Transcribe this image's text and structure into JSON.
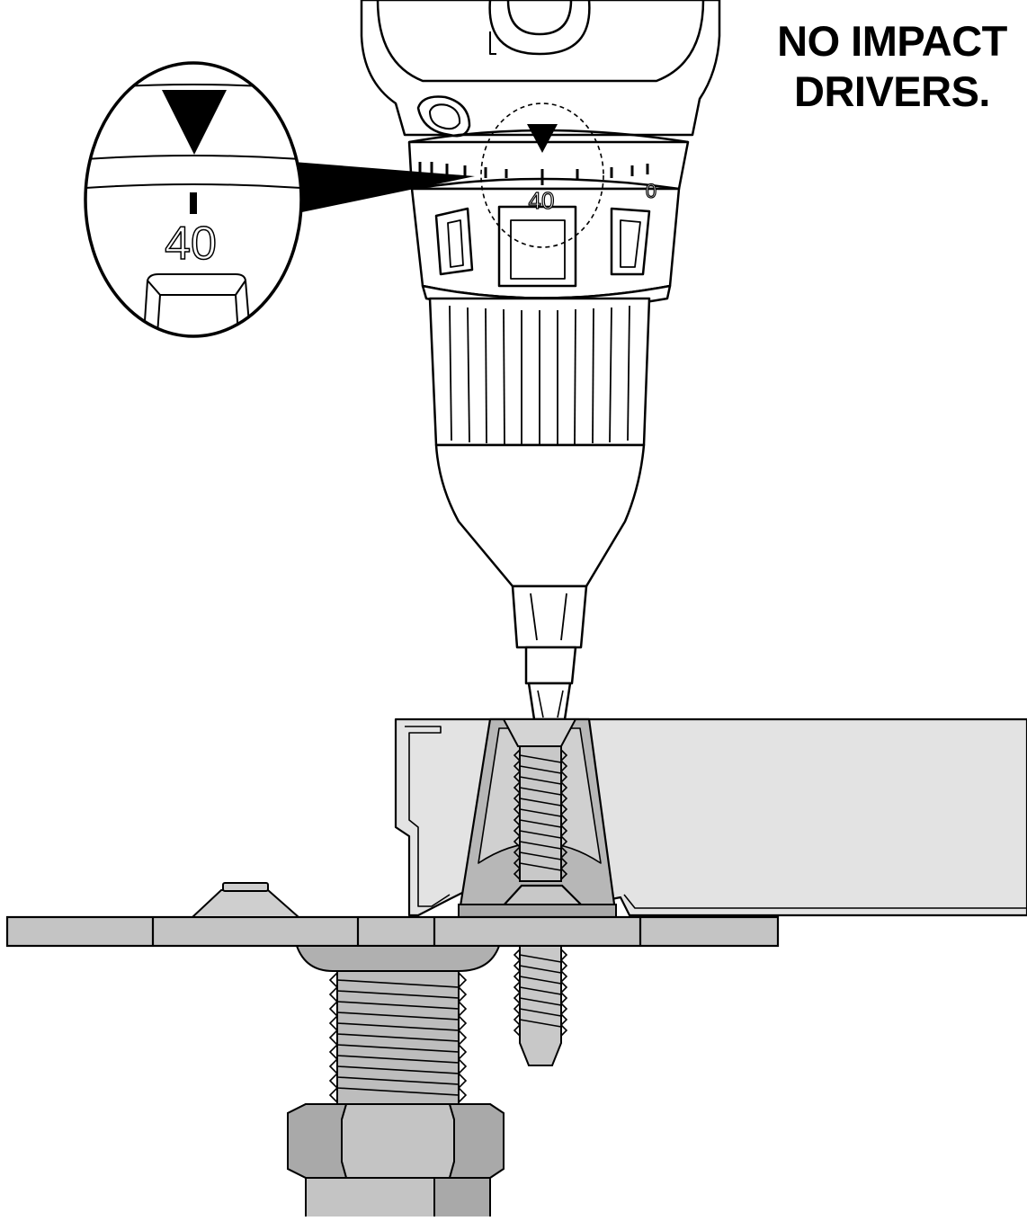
{
  "warning": {
    "line1": "NO IMPACT",
    "line2": "DRIVERS."
  },
  "clutch_dial": {
    "setting_label": "40",
    "end_label": "0"
  },
  "magnifier": {
    "setting_label": "40"
  },
  "colors": {
    "outline": "#000000",
    "metal_light": "#d4d4d4",
    "metal_mid": "#b7b7b7",
    "metal_dark": "#9a9a9a",
    "rail": "#e3e3e3"
  },
  "icons": {
    "pointer": "black-triangle-pointer-icon"
  }
}
